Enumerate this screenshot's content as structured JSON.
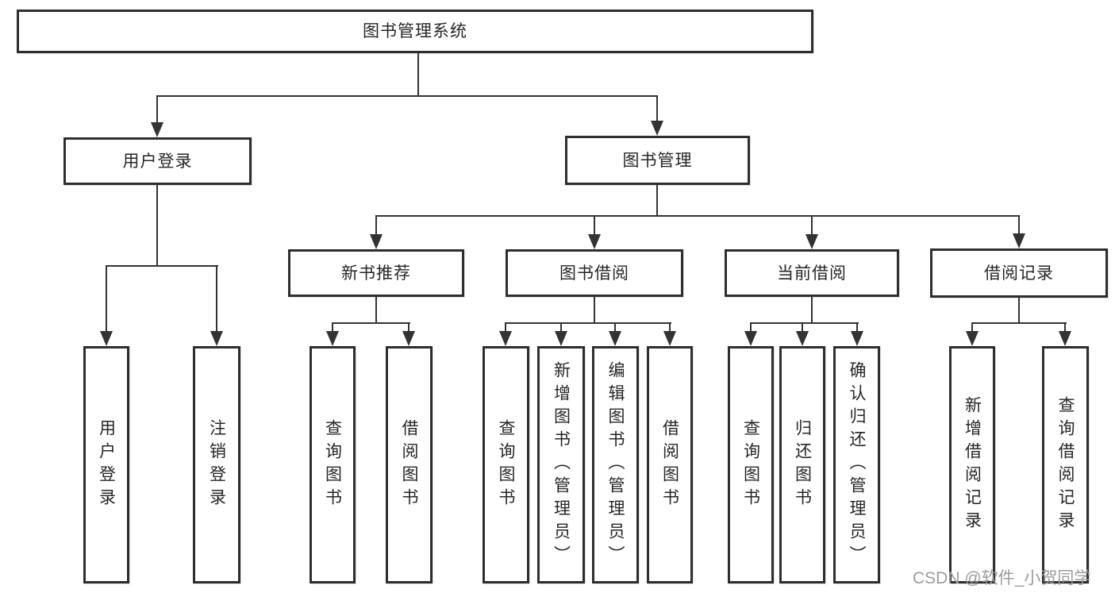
{
  "colors": {
    "line": "#333333",
    "box_border": "#2e2e2e",
    "text": "#262626",
    "watermark": "#9c9c9c",
    "background": "#ffffff"
  },
  "watermark": {
    "text": "CSDN @软件_小贺同学"
  },
  "tree": {
    "root": {
      "label": "图书管理系统",
      "children": [
        {
          "label": "用户登录",
          "children": [
            {
              "label": "用户登录"
            },
            {
              "label": "注销登录"
            }
          ]
        },
        {
          "label": "图书管理",
          "children": [
            {
              "label": "新书推荐",
              "children": [
                {
                  "label": "查询图书"
                },
                {
                  "label": "借阅图书"
                }
              ]
            },
            {
              "label": "图书借阅",
              "children": [
                {
                  "label": "查询图书"
                },
                {
                  "label": "新增图书（管理员）"
                },
                {
                  "label": "编辑图书（管理员）"
                },
                {
                  "label": "借阅图书"
                }
              ]
            },
            {
              "label": "当前借阅",
              "children": [
                {
                  "label": "查询图书"
                },
                {
                  "label": "归还图书"
                },
                {
                  "label": "确认归还（管理员）"
                }
              ]
            },
            {
              "label": "借阅记录",
              "children": [
                {
                  "label": "新增借阅记录"
                },
                {
                  "label": "查询借阅记录"
                }
              ]
            }
          ]
        }
      ]
    }
  }
}
